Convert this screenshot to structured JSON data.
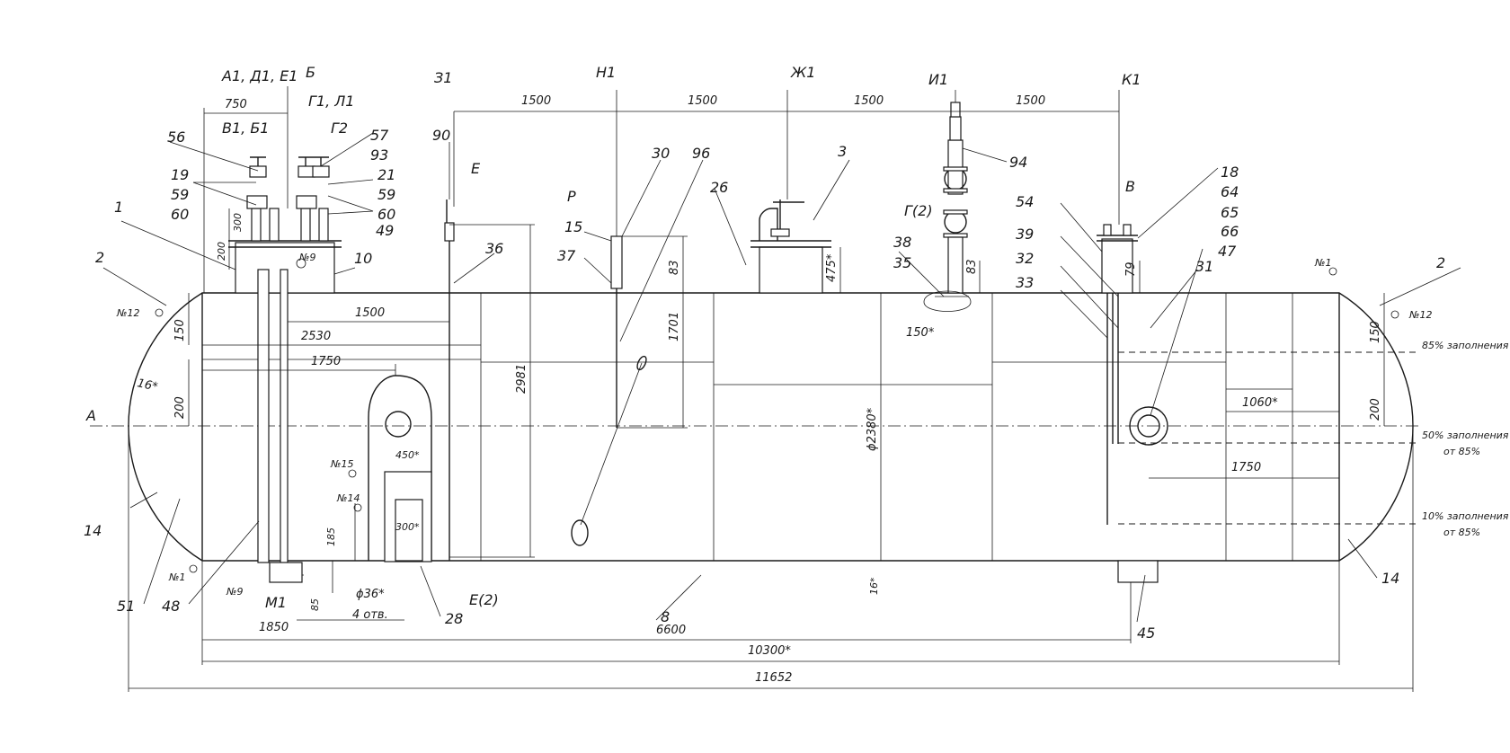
{
  "drawing": {
    "dims": {
      "d750": "750",
      "d1500a": "1500",
      "d1500b": "1500",
      "d1500c": "1500",
      "d1500d": "1500",
      "d1500e": "1500",
      "d2530": "2530",
      "d1750a": "1750",
      "d1750b": "1750",
      "d1060": "1060*",
      "d2981": "2981",
      "d1701": "1701",
      "d83a": "83",
      "d83b": "83",
      "d79": "79",
      "d475": "475*",
      "d150a": "150",
      "d150b": "150",
      "d150c": "150*",
      "d200a": "200",
      "d200b": "200",
      "d200c": "200",
      "d300a": "300",
      "d300b": "300*",
      "d450": "450*",
      "d185": "185",
      "d85": "85",
      "d36": "ϕ36*",
      "holes": "4 отв.",
      "d16a": "16*",
      "d16b": "16*",
      "d2380": "ϕ2380*",
      "d1850": "1850",
      "d6600": "6600",
      "d10300": "10300*",
      "d11652": "11652"
    },
    "views": {
      "a1d1e1": "А1, Д1, Е1",
      "b": "Б",
      "v1b1": "В1, Б1",
      "g1l1": "Г1, Л1",
      "g2": "Г2",
      "z1": "З1",
      "e": "Е",
      "n1": "Н1",
      "r": "Р",
      "zh1": "Ж1",
      "i1": "И1",
      "k1": "К1",
      "v": "В",
      "g2b": "Г(2)",
      "a": "А",
      "m1": "М1",
      "e2": "Е(2)"
    },
    "callouts": {
      "c1": "1",
      "c2a": "2",
      "c2b": "2",
      "c3": "3",
      "c8": "8",
      "c10": "10",
      "c14a": "14",
      "c14b": "14",
      "c15": "15",
      "c18": "18",
      "c19": "19",
      "c21": "21",
      "c26": "26",
      "c28": "28",
      "c30": "30",
      "c31": "31",
      "c32": "32",
      "c33": "33",
      "c35": "35",
      "c36": "36",
      "c37": "37",
      "c38": "38",
      "c39": "39",
      "c45": "45",
      "c47": "47",
      "c48": "48",
      "c49": "49",
      "c51": "51",
      "c54": "54",
      "c56": "56",
      "c57": "57",
      "c59a": "59",
      "c59b": "59",
      "c60a": "60",
      "c60b": "60",
      "c64": "64",
      "c65": "65",
      "c66": "66",
      "c90": "90",
      "c93": "93",
      "c94": "94",
      "c96": "96"
    },
    "marks": {
      "m9a": "№9",
      "m9b": "№9",
      "m12a": "№12",
      "m12b": "№12",
      "m15": "№15",
      "m14": "№14",
      "m1a": "№1",
      "m1b": "№1"
    },
    "levels": {
      "l85": "85% заполнения",
      "l50a": "50% заполнения",
      "l50b": "от 85%",
      "l10a": "10% заполнения",
      "l10b": "от 85%"
    }
  }
}
